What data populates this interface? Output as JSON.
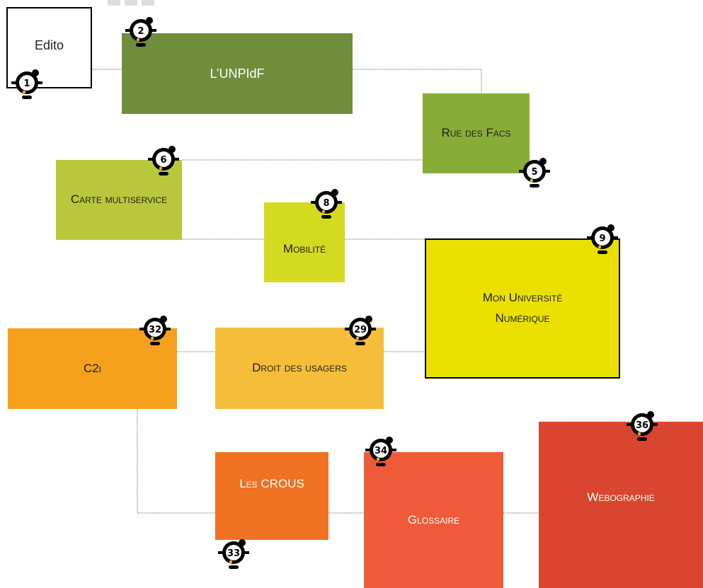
{
  "colors": {
    "edito": "#ffffff",
    "unpidf": "#6f8d3a",
    "rue_des_facs": "#88ad37",
    "carte": "#b7c83a",
    "mobilite": "#d4da20",
    "mon_universite": "#e9e000",
    "c2i": "#f5a11d",
    "droit": "#f6bd3a",
    "crous": "#f07122",
    "glossaire": "#ef5a38",
    "webographie": "#d94530",
    "connector": "#666666",
    "badge": "#000000"
  },
  "boxes": {
    "edito": "Edito",
    "unpidf": "L’UNPIdF",
    "rue_des_facs": "Rue des Facs",
    "carte": "Carte multiservice",
    "mobilite": "Mobilité",
    "mon_universite": "Mon Université Numérique",
    "c2i": "C2i",
    "droit": "Droit des usagers",
    "crous": "Les CROUS",
    "glossaire": "Glossaire",
    "webographie": "Webographie"
  },
  "badges": {
    "edito": "1",
    "unpidf": "2",
    "rue_des_facs": "5",
    "carte": "6",
    "mobilite": "8",
    "mon_universite": "9",
    "c2i": "32",
    "droit": "29",
    "crous": "33",
    "glossaire": "34",
    "webographie": "36"
  }
}
